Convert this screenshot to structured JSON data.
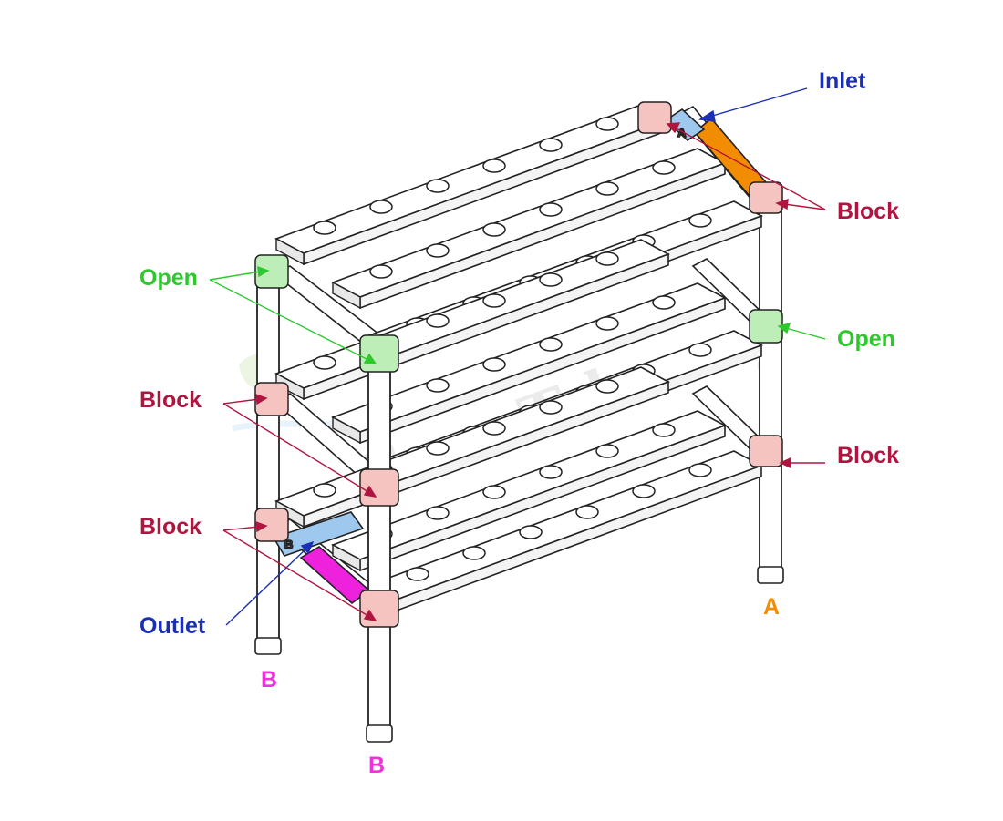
{
  "labels": {
    "inlet": "Inlet",
    "outlet": "Outlet",
    "open_left": "Open",
    "open_right": "Open",
    "block_top_right": "Block",
    "block_mid_right": "Block",
    "block_left_mid": "Block",
    "block_left_low": "Block",
    "foot_a": "A",
    "foot_b_left": "B",
    "foot_b_front": "B",
    "mark_a": "A",
    "mark_b": "B"
  },
  "watermark": {
    "brand": "FarmTek",
    "registered": "®"
  },
  "colors": {
    "inlet_label": "#1a2fb3",
    "outlet_label": "#1a2fb3",
    "block_label": "#b01540",
    "open_label": "#2ec82e",
    "foot_a": "#f28c00",
    "foot_b": "#ee33dd",
    "block_fitting": "#f5c3c0",
    "open_fitting": "#bdeeb8",
    "inlet_pipe": "#f28c00",
    "inlet_connector": "#9ec8ee",
    "outlet_pipe": "#ee22dd",
    "outlet_connector": "#9ec8ee"
  }
}
